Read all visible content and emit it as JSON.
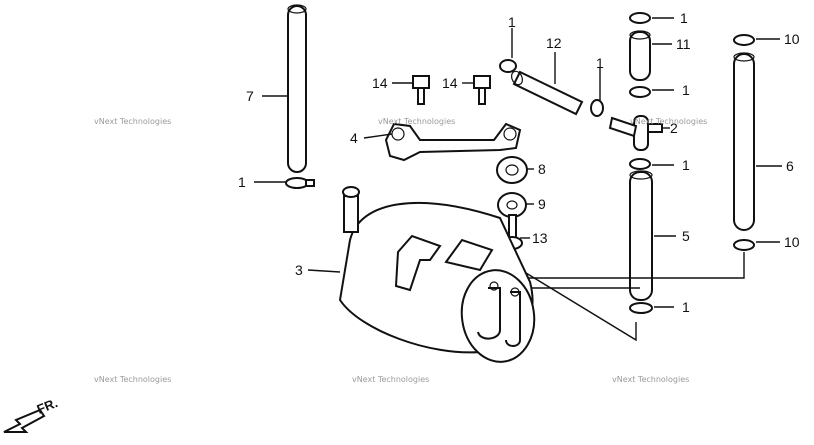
{
  "watermark": "vNext Technologies",
  "direction_label": "FR.",
  "callouts": [
    "1",
    "1",
    "1",
    "1",
    "1",
    "1",
    "1",
    "2",
    "3",
    "4",
    "5",
    "6",
    "7",
    "8",
    "9",
    "10",
    "10",
    "11",
    "12",
    "13",
    "14",
    "14"
  ]
}
